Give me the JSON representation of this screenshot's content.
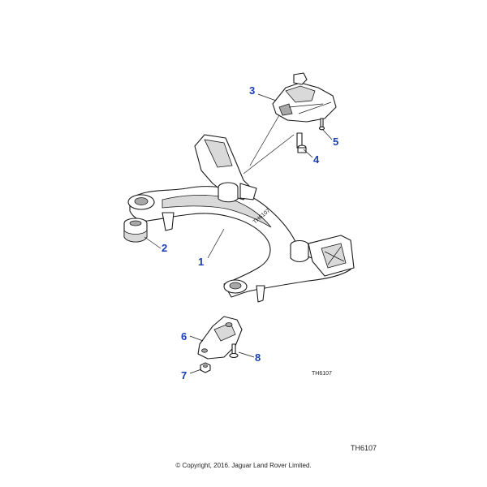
{
  "diagram": {
    "callouts": [
      {
        "id": "1",
        "label": "1"
      },
      {
        "id": "2",
        "label": "2"
      },
      {
        "id": "3",
        "label": "3"
      },
      {
        "id": "4",
        "label": "4"
      },
      {
        "id": "5",
        "label": "5"
      },
      {
        "id": "6",
        "label": "6"
      },
      {
        "id": "7",
        "label": "7"
      },
      {
        "id": "8",
        "label": "8"
      }
    ],
    "inner_reference": "TH6107",
    "figure_code": "TH6107",
    "copyright": "© Copyright, 2016. Jaguar Land Rover Limited.",
    "colors": {
      "callout": "#1a3fb5",
      "line": "#1a1a1a",
      "shade": "#d9d9d9"
    }
  }
}
